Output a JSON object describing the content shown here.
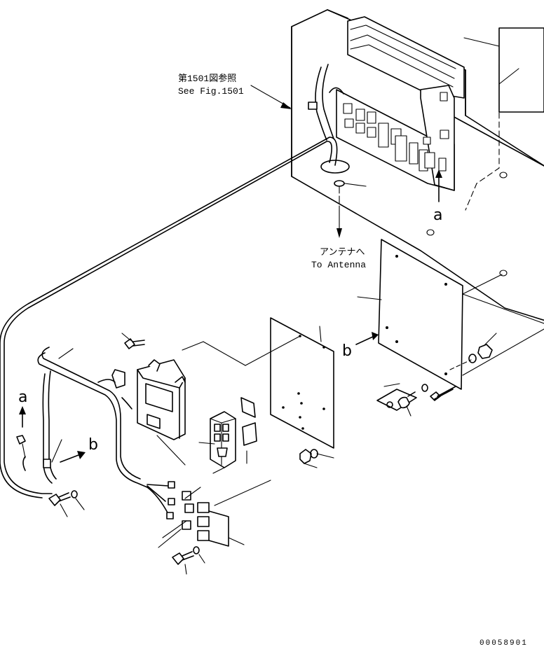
{
  "reference_note": {
    "line_jp": "第1501図参照",
    "line_en": "See Fig.1501"
  },
  "antenna_note": {
    "line_jp": "アンテナへ",
    "line_en": "To Antenna"
  },
  "view_markers": {
    "a_top": "a",
    "b_top": "b",
    "a_left": "a",
    "b_left": "b"
  },
  "drawing_code": "00058901"
}
